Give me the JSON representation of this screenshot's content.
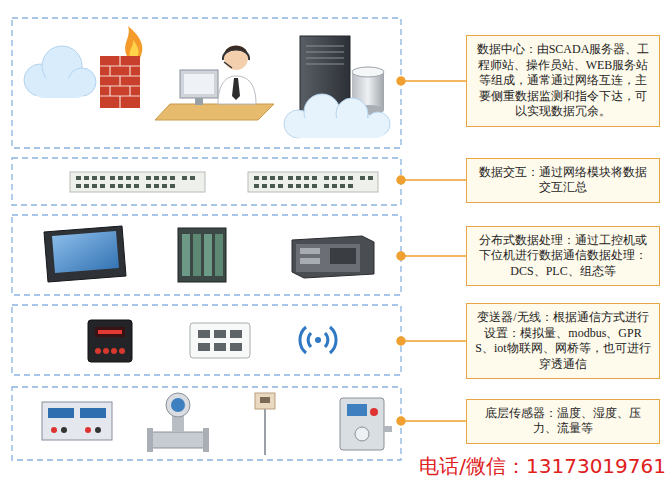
{
  "diagram": {
    "nodes": [
      {
        "text": [
          "数据中心：由SCADA服务器、工程师站、操作员站、WEB服务站等组成，通常通过网络互连，主要侧重数据监测和指令下达，可以实现数据冗余。"
        ]
      },
      {
        "text": [
          "数据交互：通过网络模块将数据交互汇总"
        ]
      },
      {
        "text": [
          "分布式数据处理：通过工控机或下位机进行数据通信数据处理：DCS、PLC、组态等"
        ]
      },
      {
        "text": [
          "变送器/无线：根据通信方式进行设置：模拟量、modbus、GPRS、iot物联网、网桥等，也可进行穿透通信"
        ]
      },
      {
        "text": [
          "底层传感器：温度、湿度、压力、流量等"
        ]
      }
    ],
    "labels": [
      "电话/微信：13173019761"
    ]
  }
}
